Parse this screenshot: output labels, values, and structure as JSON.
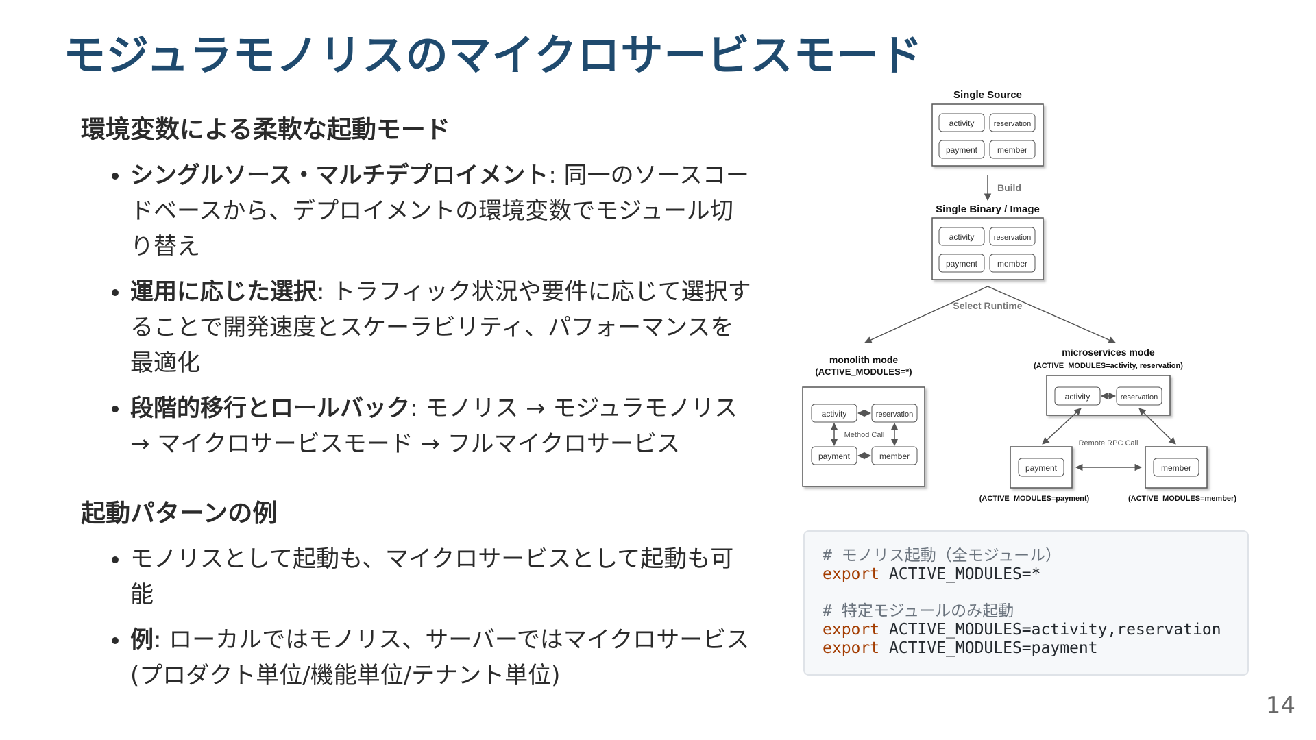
{
  "slide": {
    "title": "モジュラモノリスのマイクロサービスモード",
    "page_number": "14"
  },
  "section1": {
    "heading": "環境変数による柔軟な起動モード",
    "bullets": [
      {
        "term": "シングルソース・マルチデプロイメント",
        "text": ": 同一のソースコードベースから、デプロイメントの環境変数でモジュール切り替え"
      },
      {
        "term": "運用に応じた選択",
        "text": ": トラフィック状況や要件に応じて選択することで開発速度とスケーラビリティ、パフォーマンスを最適化"
      },
      {
        "term": "段階的移行とロールバック",
        "text": ": モノリス → モジュラモノリス → マイクロサービスモード → フルマイクロサービス"
      }
    ]
  },
  "section2": {
    "heading": "起動パターンの例",
    "bullets": [
      {
        "term": "",
        "text": "モノリスとして起動も、マイクロサービスとして起動も可能"
      },
      {
        "term": "例",
        "text": ": ローカルではモノリス、サーバーではマイクロサービス(プロダクト単位/機能単位/テナント単位)"
      }
    ]
  },
  "diagram": {
    "single_source_label": "Single Source",
    "build_label": "Build",
    "single_binary_label": "Single Binary / Image",
    "select_runtime_label": "Select Runtime",
    "monolith_mode_label": "monolith mode",
    "monolith_mode_env": "(ACTIVE_MODULES=*)",
    "microservices_mode_label": "microservices mode",
    "microservices_mode_env": "(ACTIVE_MODULES=activity, reservation)",
    "method_call_label": "Method Call",
    "remote_rpc_label": "Remote RPC Call",
    "payment_env": "(ACTIVE_MODULES=payment)",
    "member_env": "(ACTIVE_MODULES=member)",
    "modules": {
      "activity": "activity",
      "reservation": "reservation",
      "payment": "payment",
      "member": "member"
    }
  },
  "code": {
    "lines": [
      {
        "type": "comment",
        "text": "# モノリス起動（全モジュール）"
      },
      {
        "type": "cmd",
        "kw": "export",
        "rest": " ACTIVE_MODULES=*"
      },
      {
        "type": "blank"
      },
      {
        "type": "comment",
        "text": "# 特定モジュールのみ起動"
      },
      {
        "type": "cmd",
        "kw": "export",
        "rest": " ACTIVE_MODULES=activity,reservation"
      },
      {
        "type": "cmd",
        "kw": "export",
        "rest": " ACTIVE_MODULES=payment"
      }
    ]
  }
}
